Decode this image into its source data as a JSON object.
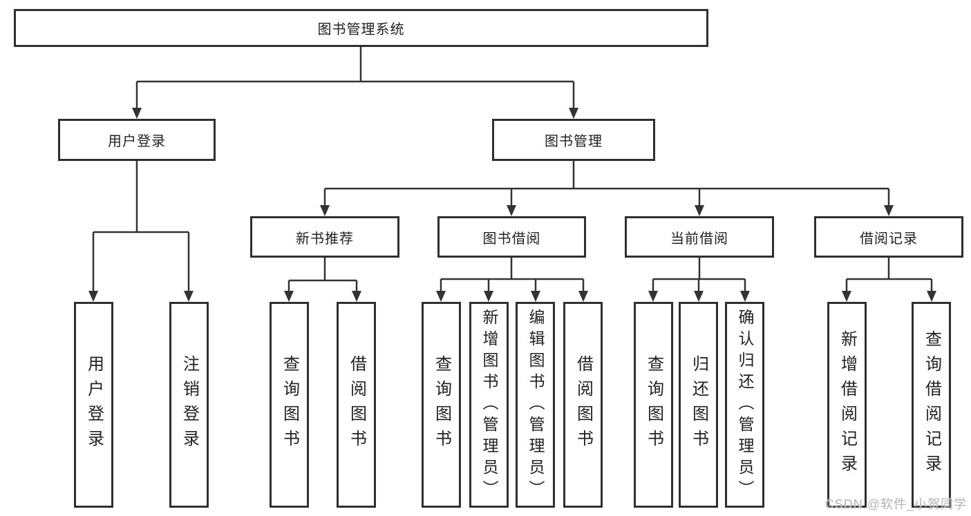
{
  "colors": {
    "background": "#ffffff",
    "box_border": "#2f2f2f",
    "connector_line": "#333333",
    "text": "#222222",
    "watermark_text": "#b3b3b3"
  },
  "watermark": "CSDN @软件_小贺同学",
  "tree": {
    "root": "图书管理系统",
    "children": [
      {
        "label": "用户登录",
        "children": [
          {
            "label": "用户登录"
          },
          {
            "label": "注销登录"
          }
        ]
      },
      {
        "label": "图书管理",
        "children": [
          {
            "label": "新书推荐",
            "children": [
              {
                "label": "查询图书"
              },
              {
                "label": "借阅图书"
              }
            ]
          },
          {
            "label": "图书借阅",
            "children": [
              {
                "label": "查询图书"
              },
              {
                "label": "新增图书（管理员）"
              },
              {
                "label": "编辑图书（管理员）"
              },
              {
                "label": "借阅图书"
              }
            ]
          },
          {
            "label": "当前借阅",
            "children": [
              {
                "label": "查询图书"
              },
              {
                "label": "归还图书"
              },
              {
                "label": "确认归还（管理员）"
              }
            ]
          },
          {
            "label": "借阅记录",
            "children": [
              {
                "label": "新增借阅记录"
              },
              {
                "label": "查询借阅记录"
              }
            ]
          }
        ]
      }
    ]
  }
}
